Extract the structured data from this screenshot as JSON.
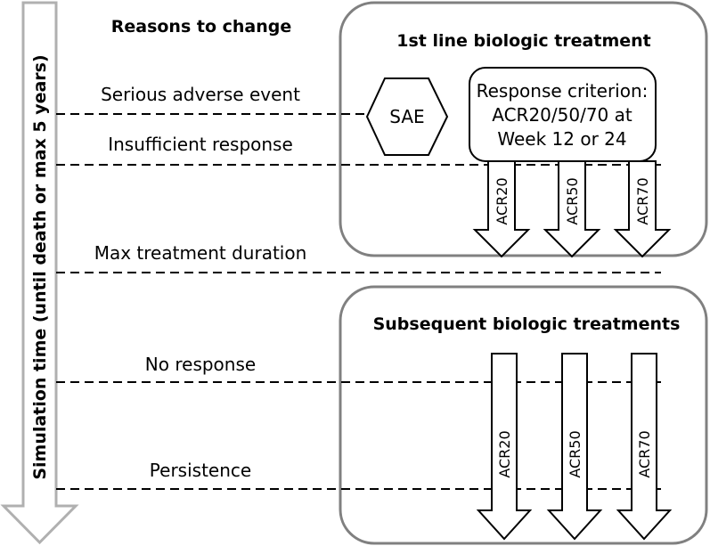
{
  "sidebar": {
    "time_axis_label": "Simulation time (until death or max 5 years)"
  },
  "reasons": {
    "heading": "Reasons to change",
    "items": {
      "sae": "Serious adverse event",
      "insufficient": "Insufficient response",
      "max_duration": "Max treatment duration",
      "no_response": "No response",
      "persistence": "Persistence"
    }
  },
  "first_line": {
    "title": "1st line biologic treatment",
    "sae_label": "SAE",
    "criterion": {
      "line1": "Response criterion:",
      "line2": "ACR20/50/70 at",
      "line3": "Week 12 or 24"
    },
    "arrows": [
      "ACR20",
      "ACR50",
      "ACR70"
    ]
  },
  "subsequent": {
    "title": "Subsequent biologic treatments",
    "arrows": [
      "ACR20",
      "ACR50",
      "ACR70"
    ]
  },
  "colors": {
    "box_border": "#808080",
    "line": "#000000",
    "axis_arrow": "#b0b0b0"
  }
}
